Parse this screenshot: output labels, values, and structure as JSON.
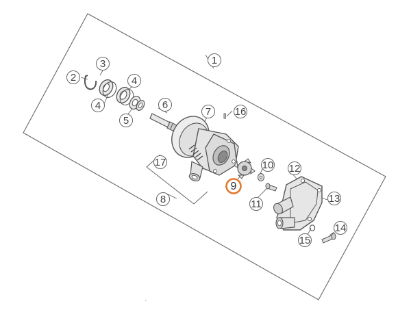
{
  "colors": {
    "ink": "#555555",
    "part_fill": "#e8e8e8",
    "part_dark": "#8a8a8a",
    "highlight_ring": "#e2782e"
  },
  "callouts": [
    {
      "id": "c1",
      "label": "1"
    },
    {
      "id": "c2",
      "label": "2"
    },
    {
      "id": "c3",
      "label": "3"
    },
    {
      "id": "c4a",
      "label": "4"
    },
    {
      "id": "c4b",
      "label": "4"
    },
    {
      "id": "c5",
      "label": "5"
    },
    {
      "id": "c6",
      "label": "6"
    },
    {
      "id": "c7",
      "label": "7"
    },
    {
      "id": "c8",
      "label": "8"
    },
    {
      "id": "c9",
      "label": "9",
      "highlighted": true
    },
    {
      "id": "c10",
      "label": "10"
    },
    {
      "id": "c11",
      "label": "11"
    },
    {
      "id": "c12",
      "label": "12"
    },
    {
      "id": "c13",
      "label": "13"
    },
    {
      "id": "c14",
      "label": "14"
    },
    {
      "id": "c15",
      "label": "15"
    },
    {
      "id": "c16",
      "label": "16"
    },
    {
      "id": "c17",
      "label": "17"
    }
  ]
}
